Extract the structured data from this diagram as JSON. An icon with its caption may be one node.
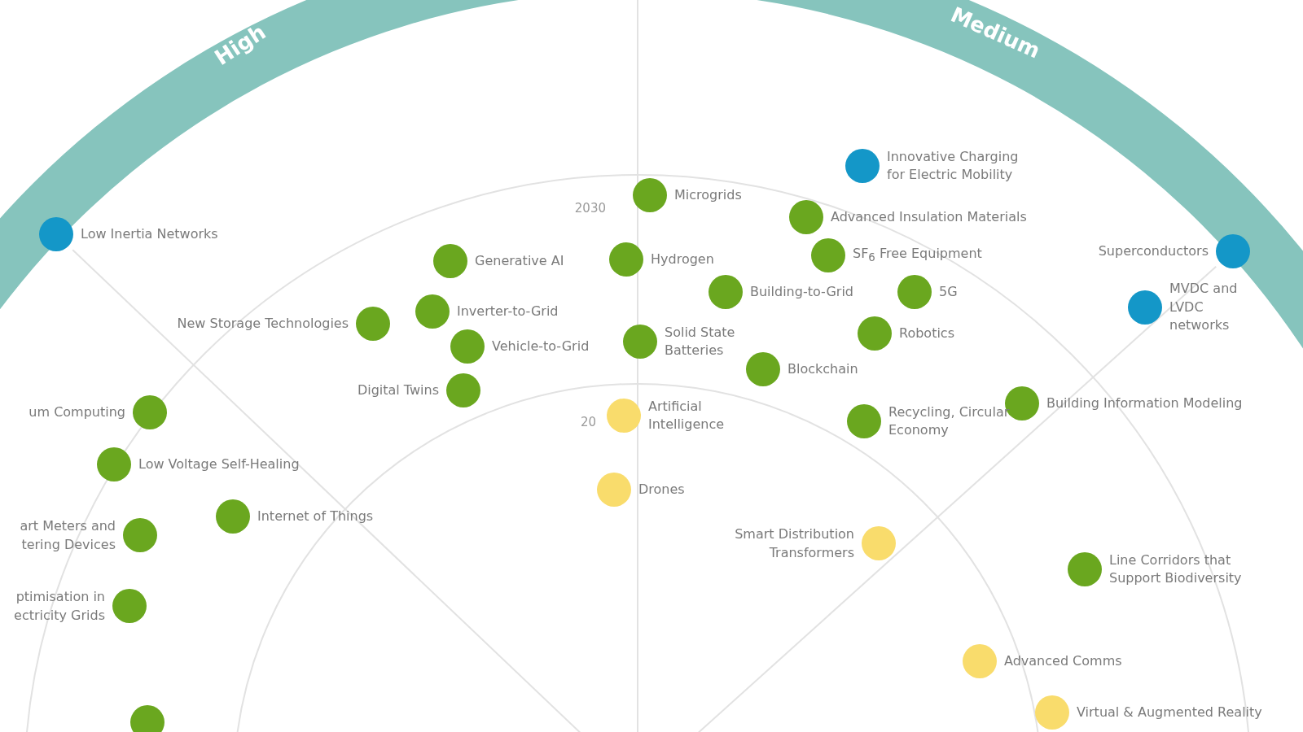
{
  "diagram": {
    "nodes": [
      {
        "text": [
          "Innovative Charging for Electric Mobility"
        ]
      },
      {
        "text": [
          "Microgrids"
        ]
      },
      {
        "text": [
          "Advanced Insulation Materials"
        ]
      },
      {
        "text": [
          "Low Inertia Networks"
        ]
      },
      {
        "text": [
          "Superconductors"
        ]
      },
      {
        "text": [
          "SF$_{6}$ Free Equipment"
        ]
      },
      {
        "text": [
          "Generative AI"
        ]
      },
      {
        "text": [
          "Hydrogen"
        ]
      },
      {
        "text": [
          "Building-to-Grid"
        ]
      },
      {
        "text": [
          "5G"
        ]
      },
      {
        "text": [
          "MVDC and LVDC networks"
        ]
      },
      {
        "text": [
          "Inverter-to-Grid"
        ]
      },
      {
        "text": [
          "New Storage Technologies"
        ]
      },
      {
        "text": [
          "Robotics"
        ]
      },
      {
        "text": [
          "Solid State Batteries"
        ]
      },
      {
        "text": [
          "Vehicle-to-Grid"
        ]
      },
      {
        "text": [
          "Blockchain"
        ]
      },
      {
        "text": [
          "Digital Twins"
        ]
      },
      {
        "text": [
          "Building Information Modeling"
        ]
      },
      {
        "text": [
          "um Computing"
        ]
      },
      {
        "text": [
          "Artificial Intelligence"
        ]
      },
      {
        "text": [
          "Recycling, Circular Economy"
        ]
      },
      {
        "text": [
          "Low Voltage Self-Healing"
        ]
      },
      {
        "text": [
          "Drones"
        ]
      },
      {
        "text": [
          "Internet of Things"
        ]
      },
      {
        "text": [
          "art Meters and tering Devices"
        ]
      },
      {
        "text": [
          "Smart Distribution Transformers"
        ]
      },
      {
        "text": [
          "Line Corridors that Support Biodiversity"
        ]
      },
      {
        "text": [
          "ptimisation in ectricity Grids"
        ]
      },
      {
        "text": [
          "Advanced Comms"
        ]
      },
      {
        "text": [
          "Virtual & Augmented Reality"
        ]
      },
      {
        "text": [],
        "shape": "circle"
      }
    ],
    "labels": [
      "High",
      "Medium",
      "2030",
      "20"
    ]
  }
}
